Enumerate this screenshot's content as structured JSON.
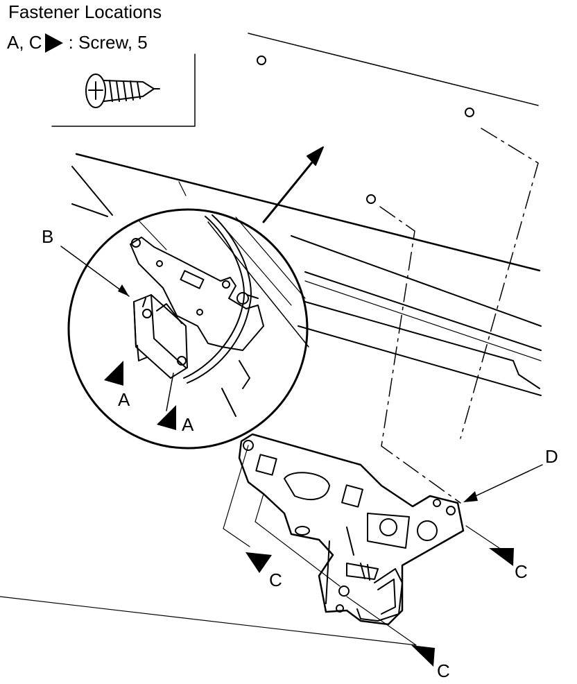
{
  "header": {
    "title": "Fastener Locations",
    "legend_letters": "A, C",
    "legend_text": ": Screw, 5"
  },
  "callouts": {
    "a1": "A",
    "a2": "A",
    "b": "B",
    "c1": "C",
    "c2": "C",
    "c3": "C",
    "d": "D"
  },
  "icons": {
    "screw": "screw-icon",
    "arrow": "arrow-triangle-icon"
  }
}
